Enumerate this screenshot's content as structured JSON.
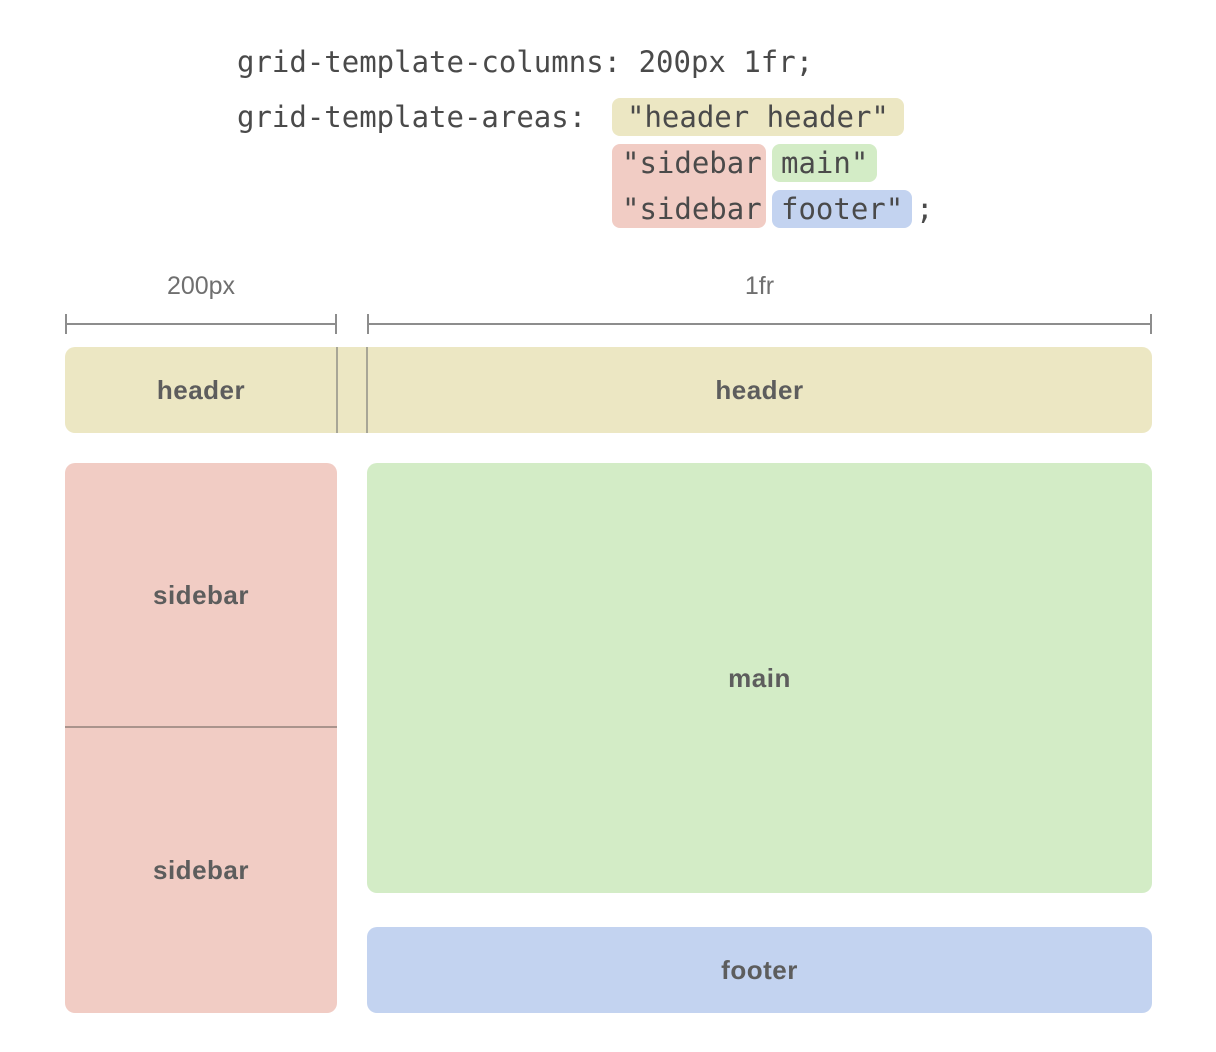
{
  "code": {
    "grid_template_columns": "grid-template-columns: 200px 1fr;",
    "grid_template_areas_label": "grid-template-areas:",
    "areas": {
      "row1": "\"header header\"",
      "row2_sidebar": "\"sidebar",
      "row2_main": "main\"",
      "row3_sidebar": "\"sidebar",
      "row3_footer": "footer\"",
      "semicolon": ";"
    }
  },
  "ruler": {
    "left_label": "200px",
    "right_label": "1fr"
  },
  "diagram": {
    "header_label_left": "header",
    "header_label_right": "header",
    "sidebar_label_top": "sidebar",
    "sidebar_label_bottom": "sidebar",
    "main_label": "main",
    "footer_label": "footer"
  },
  "colors": {
    "header_fill": "#ece7c3",
    "sidebar_fill": "#f1ccc4",
    "main_fill": "#d3ecc6",
    "footer_fill": "#c3d3f0",
    "code_text": "#4a4a4a",
    "label_text": "#5d5d5d",
    "ruler_text": "#6f6f6f",
    "ruler_line": "#8d8d8d",
    "header_divider": "#a8a696",
    "sidebar_divider": "#aa938c"
  }
}
